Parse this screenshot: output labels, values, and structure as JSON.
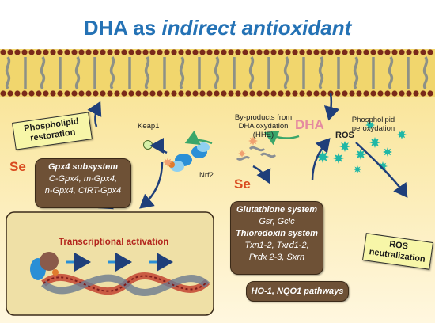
{
  "title": {
    "main": "DHA as ",
    "italic": "indirect antioxidant"
  },
  "boxes": {
    "phospholipid_restoration": [
      "Phospholipid",
      "restoration"
    ],
    "ros_neutralization": [
      "ROS",
      "neutralization"
    ]
  },
  "labels": {
    "keap1": "Keap1",
    "nrf2": "Nrf2",
    "byproducts": [
      "By-products from",
      "DHA oxydation",
      "(HHE)"
    ],
    "phospholipid_peroxidation": [
      "Phospholipid",
      "peroxydation"
    ],
    "dha": "DHA",
    "ros": "ROS",
    "se_left": "Se",
    "se_mid": "Se",
    "transcriptional": "Transcriptional activation"
  },
  "bubbles": {
    "gpx4": {
      "title": "Gpx4 subsystem",
      "lines": [
        "C-Gpx4, m-Gpx4,",
        "n-Gpx4, CIRT-Gpx4"
      ]
    },
    "glutathione": {
      "title": "Glutathione system",
      "line1": "Gsr, Gclc",
      "title2": "Thioredoxin system",
      "lines": [
        "Txn1-2, Txrd1-2,",
        "Prdx 2-3, Sxrn"
      ]
    },
    "ho1": {
      "title": "HO-1, NQO1 pathways"
    }
  },
  "colors": {
    "title_blue": "#2472b5",
    "membrane_yellow": "#f3d36a",
    "cytoplasm": "#fdf3d2",
    "bubble_brown": "#6e5136",
    "box_yellow": "#f7f6a8",
    "arrow_blue": "#1f3f7a",
    "nucleus_fill": "#efe0a6",
    "se_red": "#d94a1f",
    "ros_teal": "#1fb7a6"
  }
}
